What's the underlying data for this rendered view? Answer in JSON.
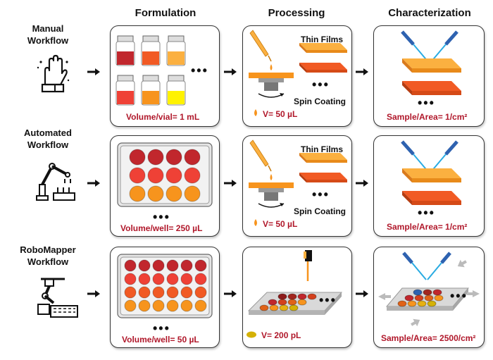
{
  "columns": {
    "formulation": "Formulation",
    "processing": "Processing",
    "characterization": "Characterization"
  },
  "rows": [
    {
      "label_line1": "Manual",
      "label_line2": "Workflow",
      "icon": "hand-washing-icon",
      "formulation_caption": "Volume/vial= 1 mL",
      "processing_caption": "V= 50 µL",
      "processing_label_top": "Thin Films",
      "processing_label_bottom": "Spin Coating",
      "characterization_caption": "Sample/Area= 1/cm²"
    },
    {
      "label_line1": "Automated",
      "label_line2": "Workflow",
      "icon": "robot-arm-icon",
      "formulation_caption": "Volume/well= 250 µL",
      "processing_caption": "V= 50 µL",
      "processing_label_top": "Thin Films",
      "processing_label_bottom": "Spin Coating",
      "characterization_caption": "Sample/Area= 1/cm²"
    },
    {
      "label_line1": "RoboMapper",
      "label_line2": "Workflow",
      "icon": "robotic-printer-icon",
      "formulation_caption": "Volume/well= 50 µL",
      "processing_caption": "V= 200 pL",
      "characterization_caption": "Sample/Area= 2500/cm²"
    }
  ],
  "ellipsis": "•••",
  "colors": {
    "caption_red": "#b0172a",
    "orange": "#f7941d",
    "light_orange": "#fbb040",
    "red_orange": "#f15a24",
    "dark_red": "#c1272d",
    "yellow": "#fff200",
    "probe_blue": "#2e62b0",
    "beam_blue": "#29abe2"
  }
}
